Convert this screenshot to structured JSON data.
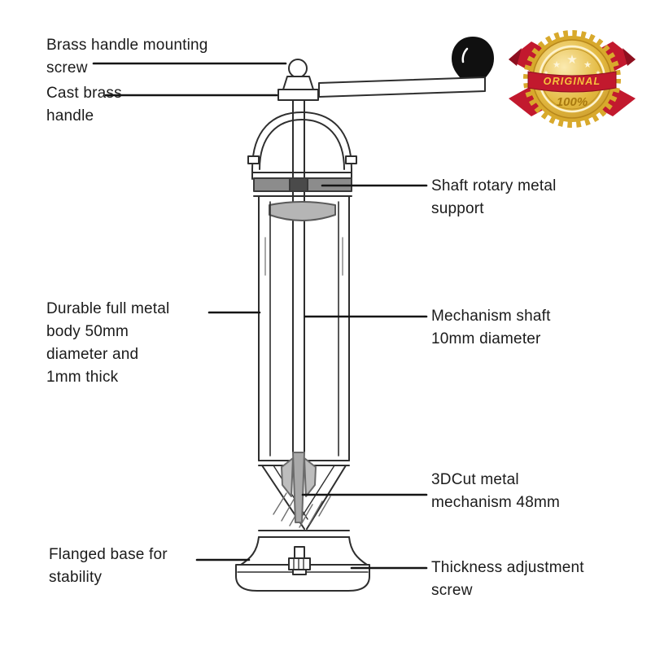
{
  "diagram": {
    "subject": "brass pepper mill cutaway diagram",
    "labels": {
      "mounting_screw": "Brass handle mounting\nscrew",
      "cast_handle": "Cast brass\nhandle",
      "shaft_support": "Shaft rotary metal\nsupport",
      "metal_body": "Durable full metal\nbody 50mm\ndiameter and\n1mm thick",
      "mechanism_shaft": "Mechanism shaft\n10mm diameter",
      "metal_mechanism": "3DCut metal\nmechanism 48mm",
      "flanged_base": "Flanged base for\nstability",
      "thickness_screw": "Thickness adjustment\nscrew"
    },
    "badge": {
      "title": "ORIGINAL",
      "subtitle": "100%",
      "star": "★",
      "colors": {
        "gold": "#d8a92c",
        "red": "#c2192e"
      }
    },
    "colors": {
      "line": "#2e2e2e",
      "band_dark": "#8c8c8c",
      "band_light": "#b5b5b5",
      "background": "#ffffff"
    }
  }
}
